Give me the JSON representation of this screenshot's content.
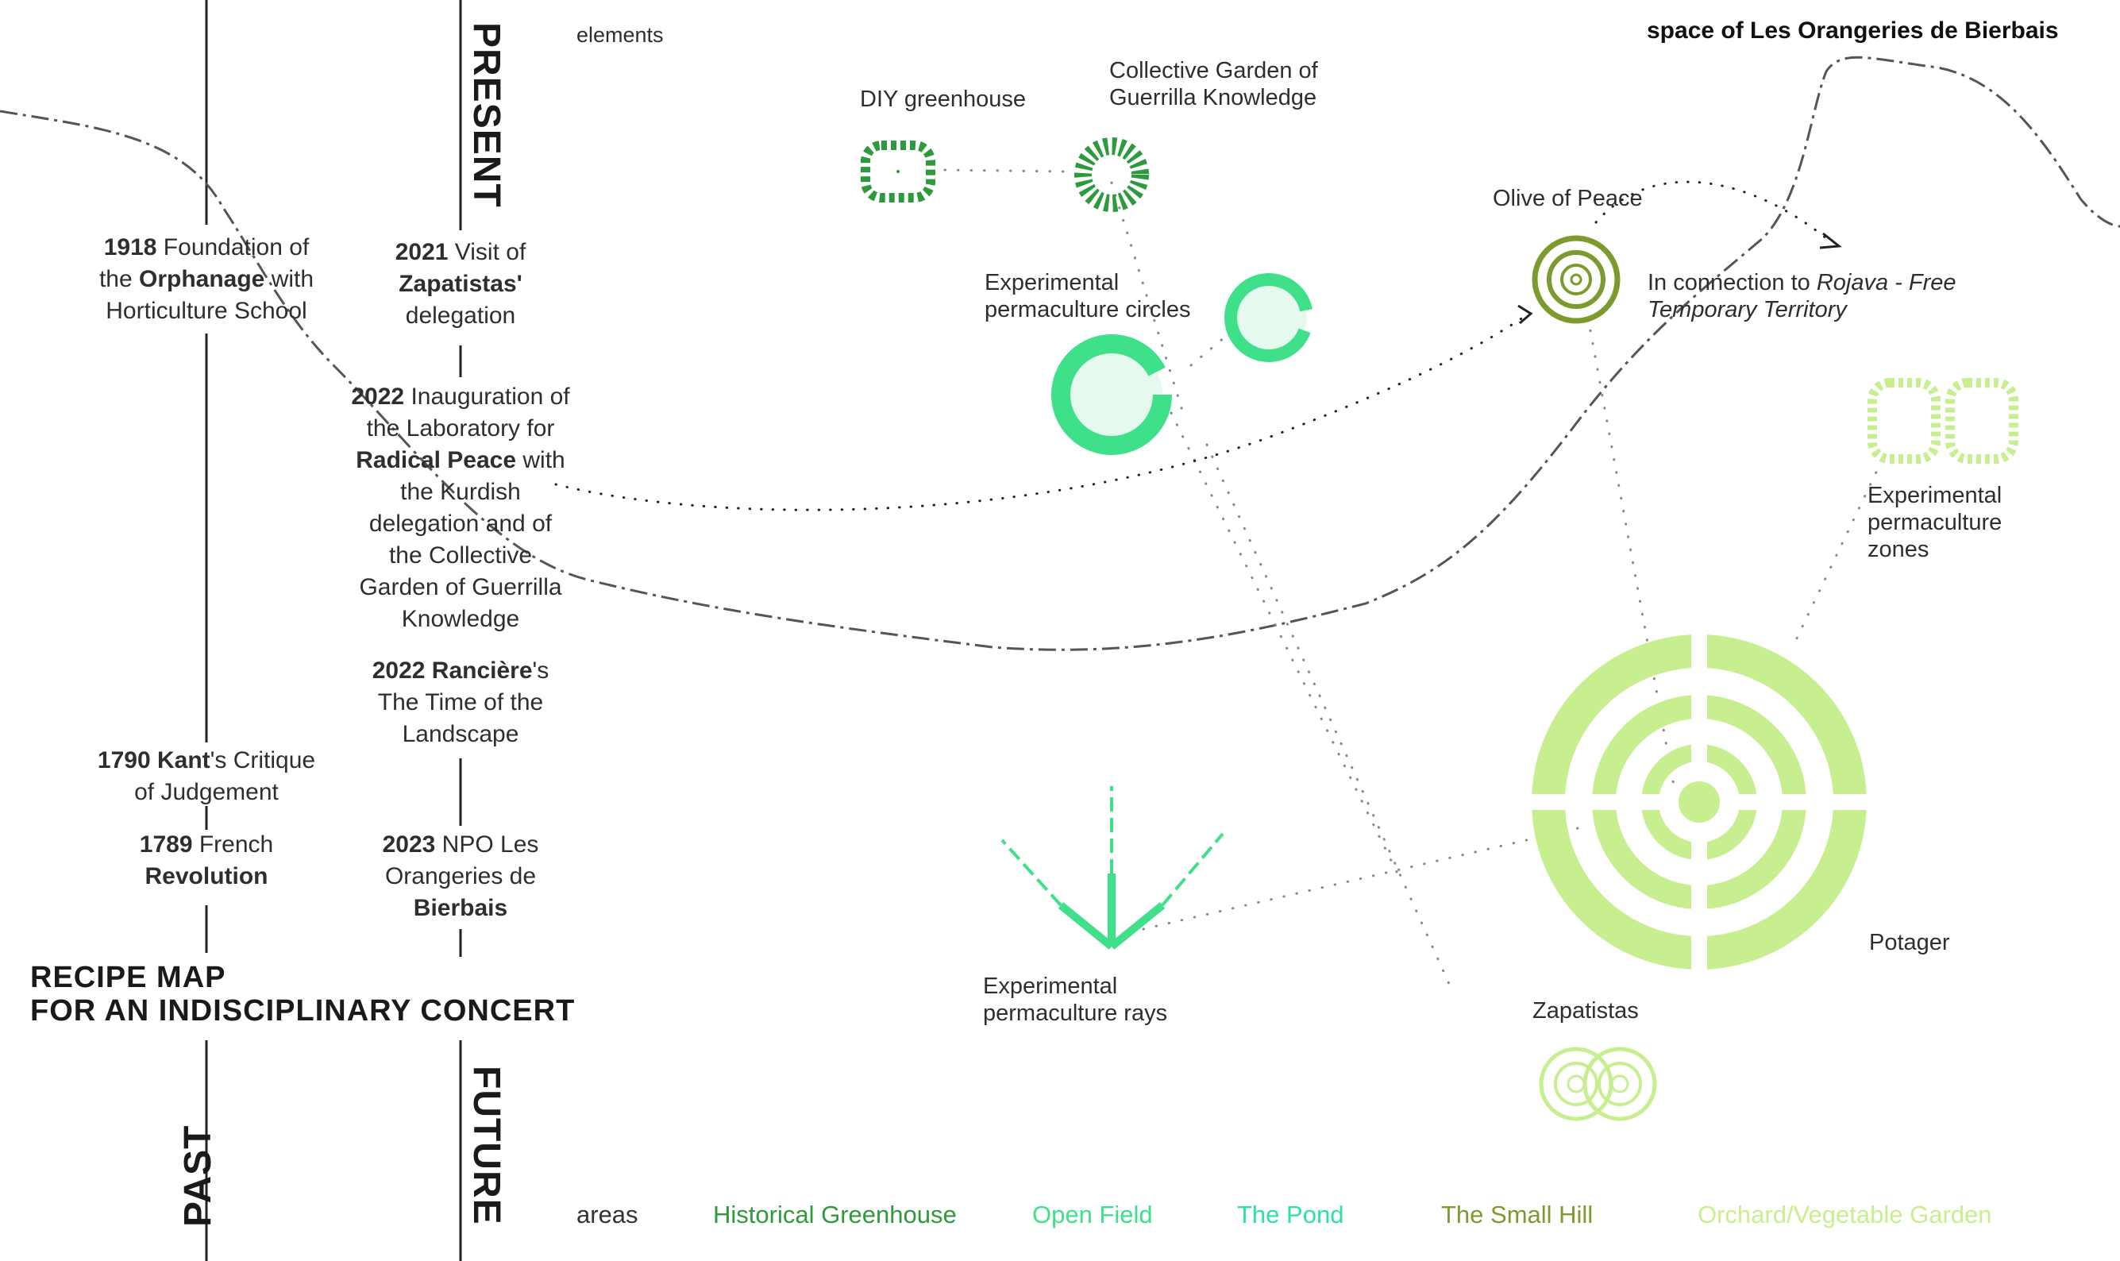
{
  "header": {
    "space_title": "space of Les Orangeries de Bierbais",
    "elements_label": "elements",
    "areas_label": "areas"
  },
  "axis": {
    "present": "PRESENT",
    "future": "FUTURE",
    "past": "PAST"
  },
  "title": {
    "line1": "RECIPE MAP",
    "line2": "FOR AN INDISCIPLINARY CONCERT"
  },
  "past_events": [
    {
      "year": "1918",
      "p1": " Foundation of",
      "l2a": "the ",
      "l2b": "Orphanage",
      "l2c": " with",
      "l3": "Horticulture School"
    },
    {
      "year": "1790",
      "name": "Kant",
      "p1": "'s Critique",
      "l2": "of Judgement"
    },
    {
      "year": "1789",
      "p1": " French",
      "l2": "Revolution"
    }
  ],
  "present_events": [
    {
      "year": "2021",
      "p1": " Visit of",
      "l2": "Zapatistas'",
      "l3": "delegation"
    },
    {
      "year": "2022",
      "p1": " Inauguration of",
      "l2": "the Laboratory for",
      "l3a": "Radical Peace",
      "l3b": " with",
      "l4": "the Kurdish",
      "l5": "delegation and of",
      "l6": "the Collective",
      "l7": "Garden of Guerrilla",
      "l8": "Knowledge"
    },
    {
      "year": "2022",
      "name": "Rancière",
      "p1": "'s",
      "l2": "The Time of the",
      "l3": "Landscape"
    },
    {
      "year": "2023",
      "p1": " NPO Les",
      "l2": "Orangeries de",
      "l3": "Bierbais"
    }
  ],
  "elements": {
    "diy_greenhouse": "DIY greenhouse",
    "collective_garden": [
      "Collective Garden of",
      "Guerrilla Knowledge"
    ],
    "perm_circles": [
      "Experimental",
      "permaculture circles"
    ],
    "olive": "Olive of Peace",
    "rojava_prefix": "In connection to ",
    "rojava_italic_1": "Rojava - Free",
    "rojava_italic_2": "Temporary Territory",
    "perm_zones": [
      "Experimental",
      "permaculture",
      "zones"
    ],
    "potager": "Potager",
    "perm_rays": [
      "Experimental",
      "permaculture rays"
    ],
    "zapatistas": "Zapatistas"
  },
  "areas": [
    {
      "name": "Historical Greenhouse",
      "color": "#2e9a3e"
    },
    {
      "name": "Open Field",
      "color": "#3fe08a"
    },
    {
      "name": "The Pond",
      "color": "#2ee0a8"
    },
    {
      "name": "The Small Hill",
      "color": "#7d9a2e"
    },
    {
      "name": "Orchard/Vegetable Garden",
      "color": "#c8ef8f"
    }
  ],
  "colors": {
    "historical_greenhouse": "#2e9a3e",
    "open_field": "#3fe08a",
    "pond": "#2ee0a8",
    "small_hill": "#7d9a2e",
    "orchard": "#c8ef8f"
  }
}
